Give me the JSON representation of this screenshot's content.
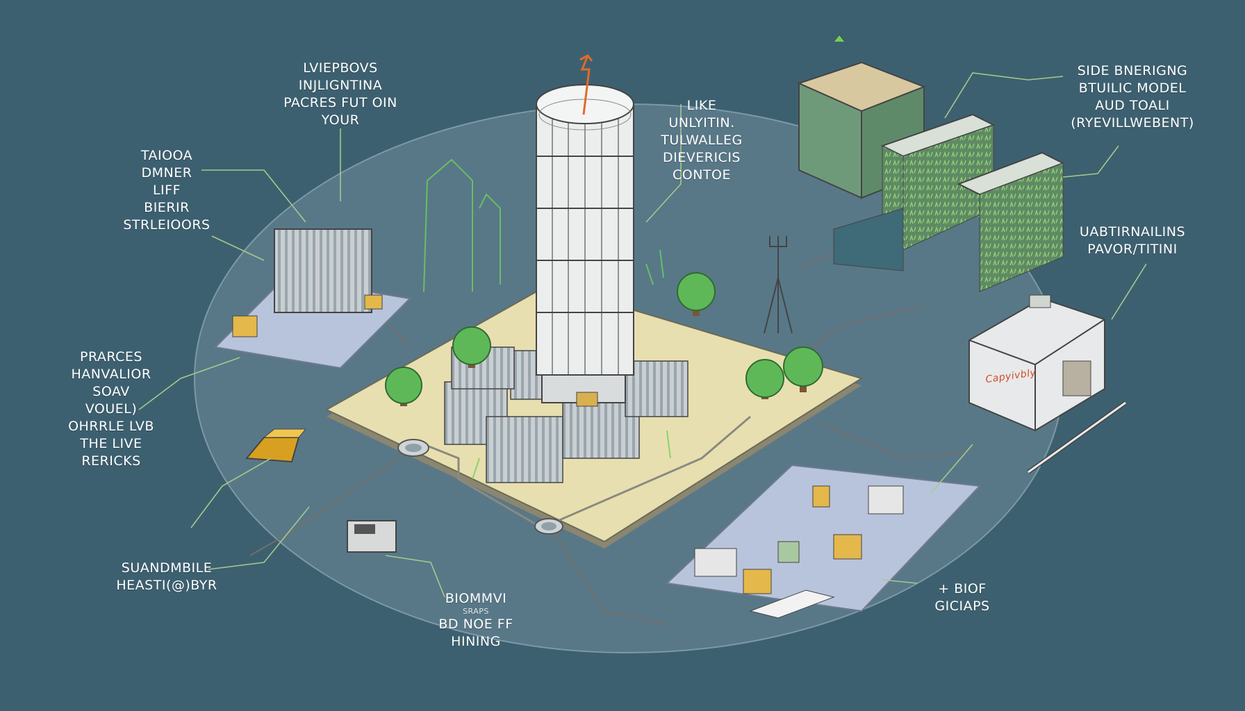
{
  "colors": {
    "background": "#3d6070",
    "ellipse": "#5d7d8c",
    "island": "#e8dfb0",
    "pad": "#b8c4dc",
    "tower": "#e6e8e8",
    "green_accent": "#6fcf5a",
    "lightning": "#e06a2a",
    "tree": "#5fb858",
    "leader_line": "#a7c98a"
  },
  "labels": {
    "top_center": [
      "LVIEPBOVS",
      "INJLIGNTINA",
      "PACRES FUT OIN",
      "YOUR"
    ],
    "left_top": [
      "TAIOOA",
      "DMNER",
      "LIFF",
      "BIERIR",
      "STRLEIOORS"
    ],
    "tower_callout": [
      "LIKE",
      "UNLYITIN.",
      "TULWALLEG",
      "DIEVERICIS",
      "CONTOE"
    ],
    "top_right": [
      "SIDE BNERIGNG",
      "BTUILIC MODEL",
      "AUD TOALI",
      "(RYEVILLWEBENT)"
    ],
    "right_mid": [
      "UABTIRNAILINS",
      "PAVOR/TITINI"
    ],
    "left_mid": [
      "PRARCES",
      "HANVALIOR",
      "SOAV",
      "VOUEL)",
      "OHRRLE LVB",
      "THE LIVE",
      "RERICKS"
    ],
    "bottom_left": [
      "SUANDMBILE",
      "HEASTI(@)BYR"
    ],
    "bottom_center": [
      "BIOMMVI",
      "BD NOE FF",
      "HINING"
    ],
    "bottom_center_small": "SRAPS",
    "bottom_right": [
      "+ BIOF",
      "GICIAPS"
    ],
    "machine_logo": "Capyivbly"
  },
  "icons": [
    "lightning-bolt-icon",
    "tree-icon",
    "solar-panel-icon",
    "gold-bar-icon",
    "antenna-icon",
    "pipe-ring-icon",
    "plant-sprout-icon"
  ]
}
